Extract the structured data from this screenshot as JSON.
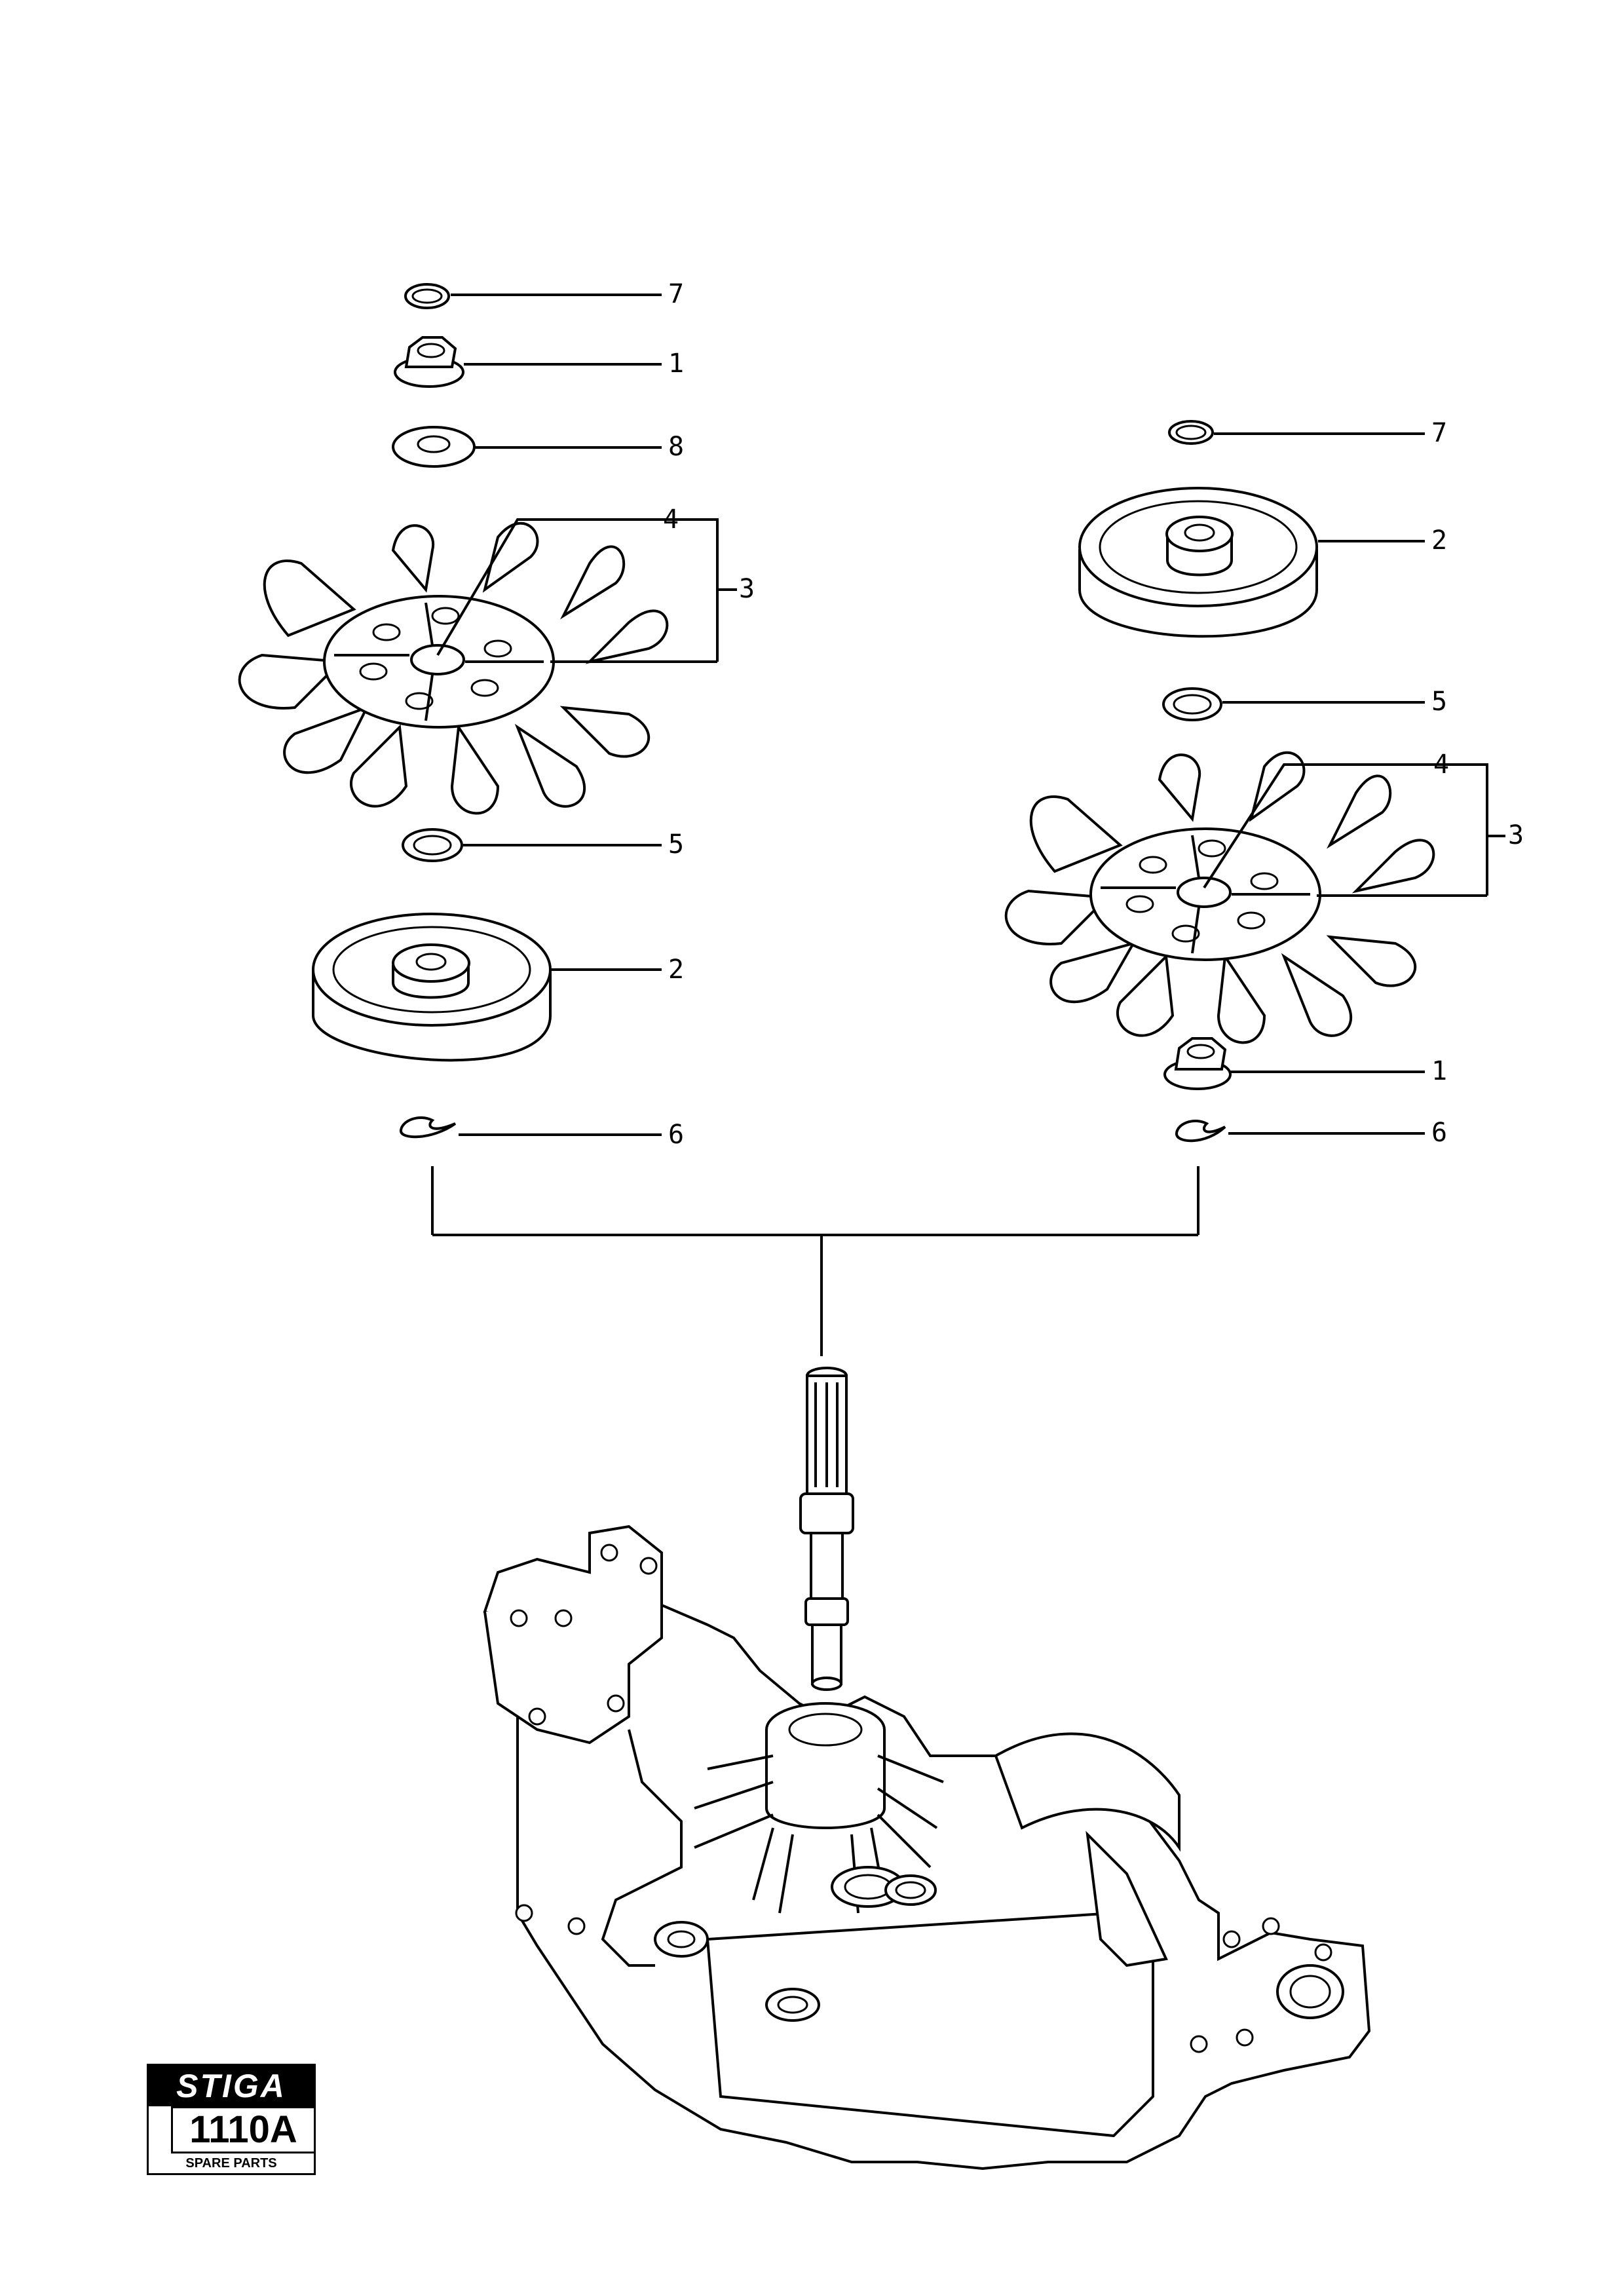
{
  "callouts": {
    "c7_left": "7",
    "c1_left": "1",
    "c8_left": "8",
    "c4_left": "4",
    "c3_left": "3",
    "c5_left": "5",
    "c2_left": "2",
    "c6_left": "6",
    "c7_right": "7",
    "c2_right": "2",
    "c5_right": "5",
    "c4_right": "4",
    "c3_right": "3",
    "c1_right": "1",
    "c6_right": "6"
  },
  "badge": {
    "brand": "STIGA",
    "model": "1110A",
    "subtitle": "SPARE PARTS"
  }
}
